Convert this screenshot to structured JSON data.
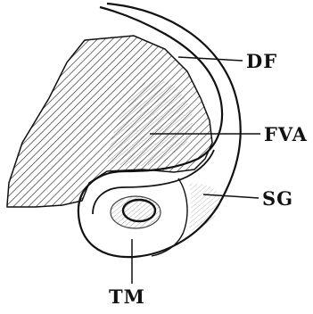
{
  "labels": {
    "df": "DF",
    "fva": "FVA",
    "sg": "SG",
    "tm": "TM"
  },
  "colors": {
    "ink": "#111111",
    "paper": "#ffffff"
  }
}
